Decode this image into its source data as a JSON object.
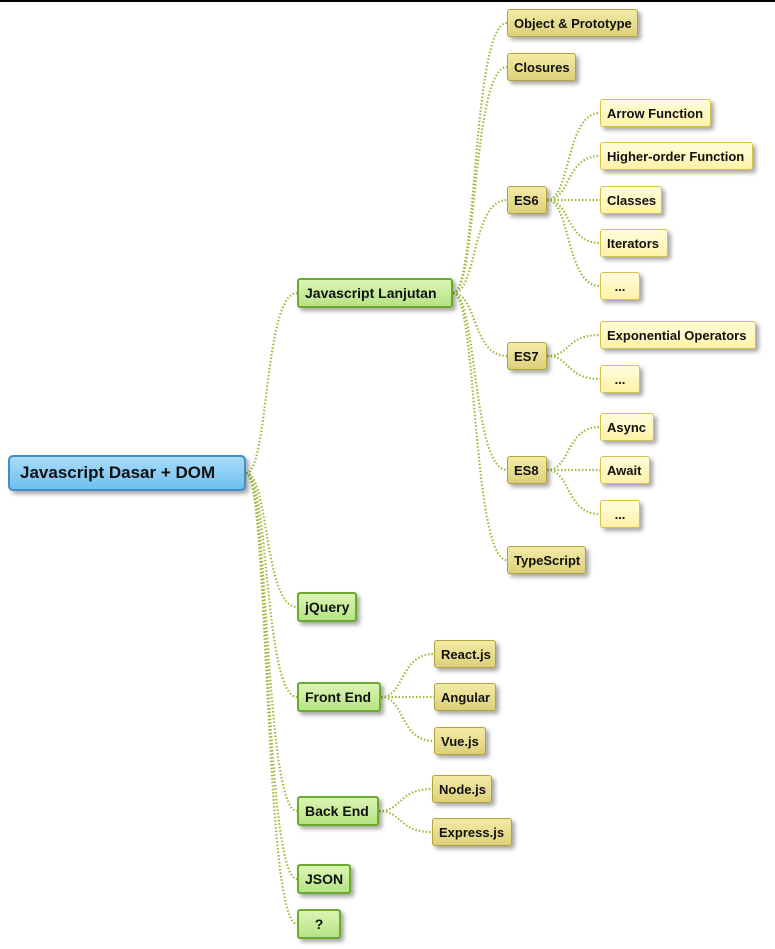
{
  "mindmap": {
    "root": "Javascript Dasar + DOM",
    "lanjutan": "Javascript Lanjutan",
    "object_prototype": "Object & Prototype",
    "closures": "Closures",
    "es6": "ES6",
    "es6_items": [
      "Arrow Function",
      "Higher-order Function",
      "Classes",
      "Iterators",
      "..."
    ],
    "es7": "ES7",
    "es7_items": [
      "Exponential Operators",
      "..."
    ],
    "es8": "ES8",
    "es8_items": [
      "Async",
      "Await",
      "..."
    ],
    "typescript": "TypeScript",
    "jquery": "jQuery",
    "front_end": "Front End",
    "front_end_items": [
      "React.js",
      "Angular",
      "Vue.js"
    ],
    "back_end": "Back End",
    "back_end_items": [
      "Node.js",
      "Express.js"
    ],
    "json": "JSON",
    "unknown": "?"
  },
  "colors": {
    "root_fill": "#85cdf3",
    "green_fill": "#c4ea93",
    "tan_fill": "#e8de8c",
    "yellow_fill": "#fff6b8",
    "edge": "#9dbb3a"
  }
}
